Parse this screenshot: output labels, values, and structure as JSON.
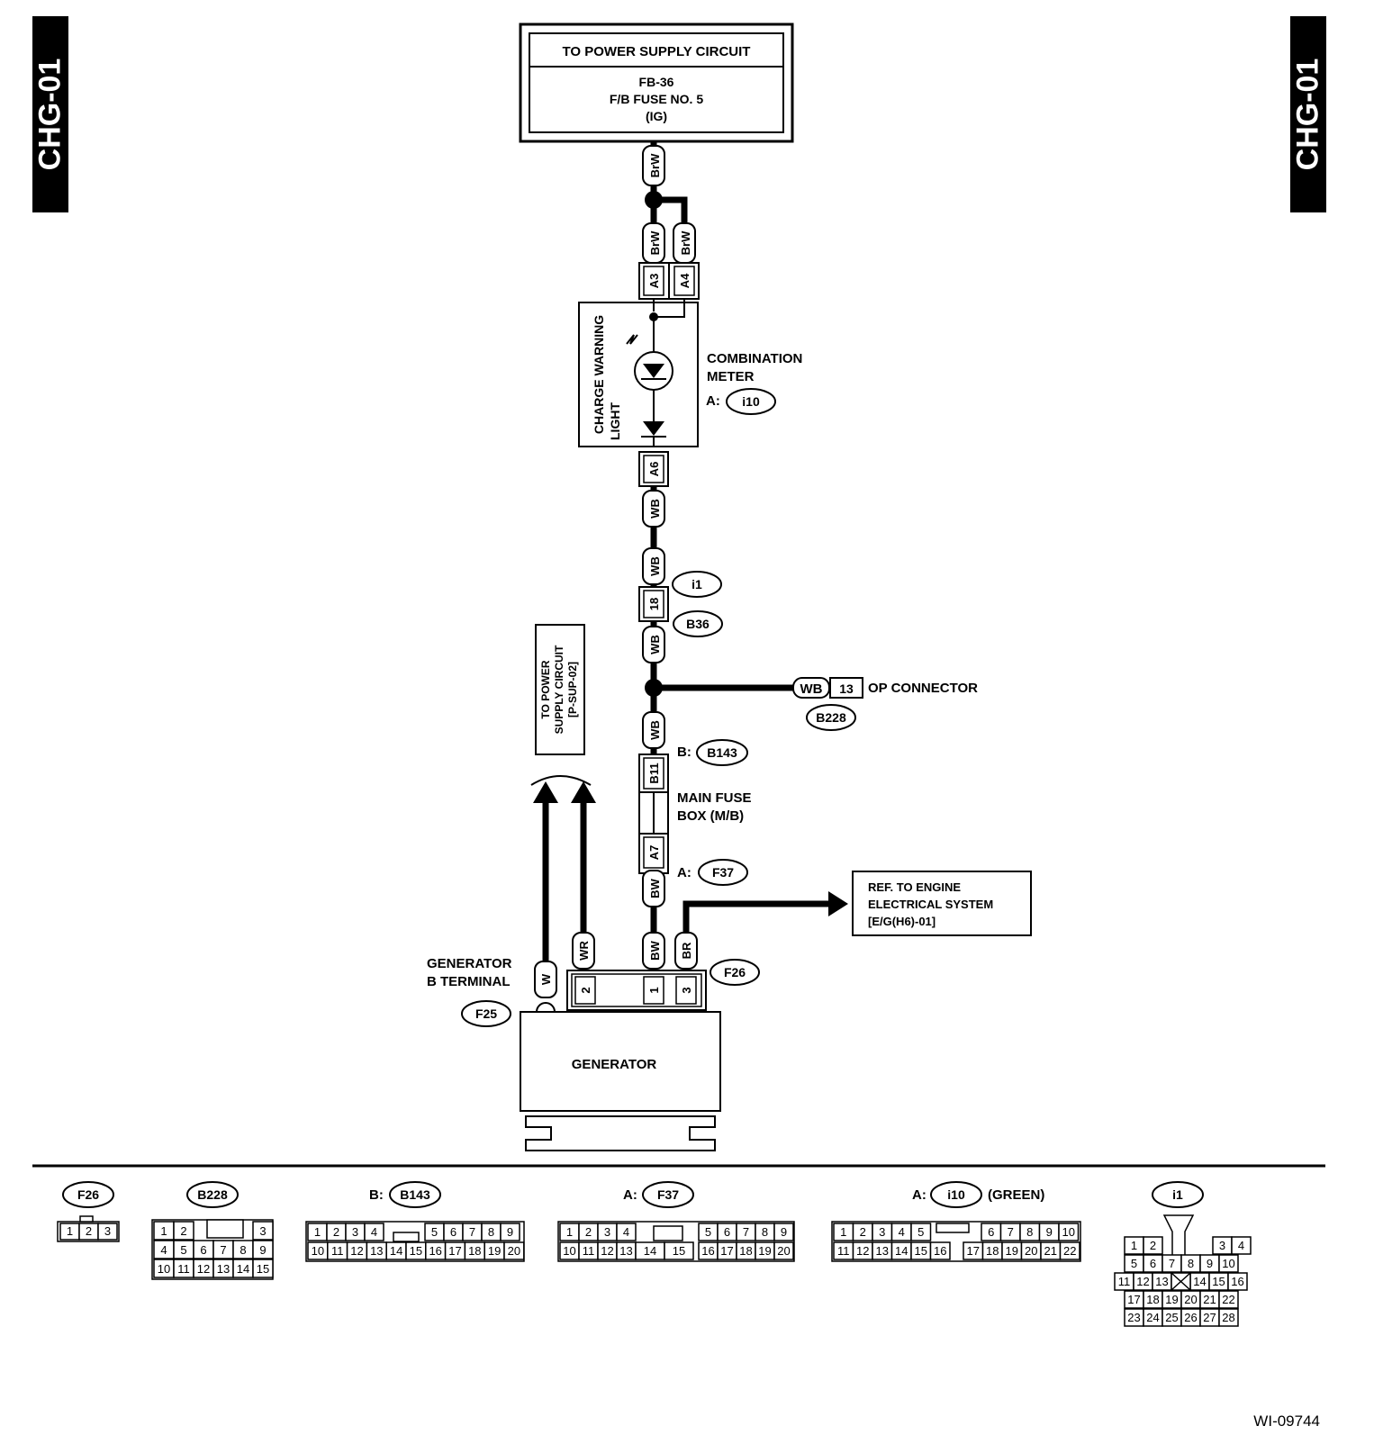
{
  "side_tabs": {
    "left": "CHG-01",
    "right": "CHG-01"
  },
  "power_supply_box": {
    "title": "TO POWER SUPPLY CIRCUIT",
    "line1": "FB-36",
    "line2": "F/B FUSE NO. 5",
    "line3": "(IG)"
  },
  "wires": {
    "brw_top": "BrW",
    "brw_a3": "BrW",
    "brw_a4": "BrW",
    "wb_a6": "WB",
    "wb_i1_top": "WB",
    "wb_b36": "WB",
    "wb_branch": "WB",
    "wb_b143": "WB",
    "bw_a7": "BW",
    "bw_gen": "BW",
    "br_gen": "BR",
    "wr_gen": "WR",
    "w_gen": "W"
  },
  "pins": {
    "a3": "A3",
    "a4": "A4",
    "a6": "A6",
    "p18": "18",
    "b11": "B11",
    "a7": "A7",
    "op13": "13",
    "g2": "2",
    "g1": "1",
    "g3": "3"
  },
  "combination_meter": {
    "line1": "COMBINATION",
    "line2": "METER",
    "conn_prefix": "A:",
    "conn": "i10"
  },
  "charge_light": {
    "line1": "CHARGE WARNING",
    "line2": "LIGHT"
  },
  "connectors": {
    "i1": "i1",
    "b36": "B36",
    "b228": "B228",
    "b143_prefix": "B:",
    "b143": "B143",
    "f37_prefix": "A:",
    "f37": "F37",
    "f26": "F26",
    "f25": "F25"
  },
  "op_connector": "OP CONNECTOR",
  "main_fuse": {
    "line1": "MAIN FUSE",
    "line2": "BOX (M/B)"
  },
  "psup_box": {
    "line1": "TO POWER",
    "line2": "SUPPLY CIRCUIT",
    "line3": "[P-SUP-02]"
  },
  "ref_box": {
    "line1": "REF. TO ENGINE",
    "line2": "ELECTRICAL SYSTEM",
    "line3": "[E/G(H6)-01]"
  },
  "generator": {
    "label": "GENERATOR",
    "terminal_line1": "GENERATOR",
    "terminal_line2": "B TERMINAL"
  },
  "legend": {
    "f26": {
      "name": "F26",
      "rows": [
        [
          "1",
          "2",
          "3"
        ]
      ]
    },
    "b228": {
      "name": "B228",
      "rows": [
        [
          "1",
          "2",
          "3"
        ],
        [
          "4",
          "5",
          "6",
          "7",
          "8",
          "9"
        ],
        [
          "10",
          "11",
          "12",
          "13",
          "14",
          "15"
        ]
      ]
    },
    "b143": {
      "prefix": "B:",
      "name": "B143",
      "rows": [
        [
          "1",
          "2",
          "3",
          "4",
          "5",
          "6",
          "7",
          "8",
          "9"
        ],
        [
          "10",
          "11",
          "12",
          "13",
          "14",
          "15",
          "16",
          "17",
          "18",
          "19",
          "20"
        ]
      ]
    },
    "f37": {
      "prefix": "A:",
      "name": "F37",
      "rows": [
        [
          "1",
          "2",
          "3",
          "4",
          "5",
          "6",
          "7",
          "8",
          "9"
        ],
        [
          "10",
          "11",
          "12",
          "13",
          "14",
          "15",
          "16",
          "17",
          "18",
          "19",
          "20"
        ]
      ]
    },
    "i10": {
      "prefix": "A:",
      "name": "i10",
      "suffix": "(GREEN)",
      "rows": [
        [
          "1",
          "2",
          "3",
          "4",
          "5",
          "6",
          "7",
          "8",
          "9",
          "10"
        ],
        [
          "11",
          "12",
          "13",
          "14",
          "15",
          "16",
          "17",
          "18",
          "19",
          "20",
          "21",
          "22"
        ]
      ]
    },
    "i1": {
      "name": "i1",
      "rows": [
        [
          "1",
          "2",
          "3",
          "4"
        ],
        [
          "5",
          "6",
          "7",
          "8",
          "9",
          "10"
        ],
        [
          "11",
          "12",
          "13",
          "14",
          "15",
          "16"
        ],
        [
          "17",
          "18",
          "19",
          "20",
          "21",
          "22"
        ],
        [
          "23",
          "24",
          "25",
          "26",
          "27",
          "28"
        ]
      ]
    }
  },
  "figure_id": "WI-09744"
}
